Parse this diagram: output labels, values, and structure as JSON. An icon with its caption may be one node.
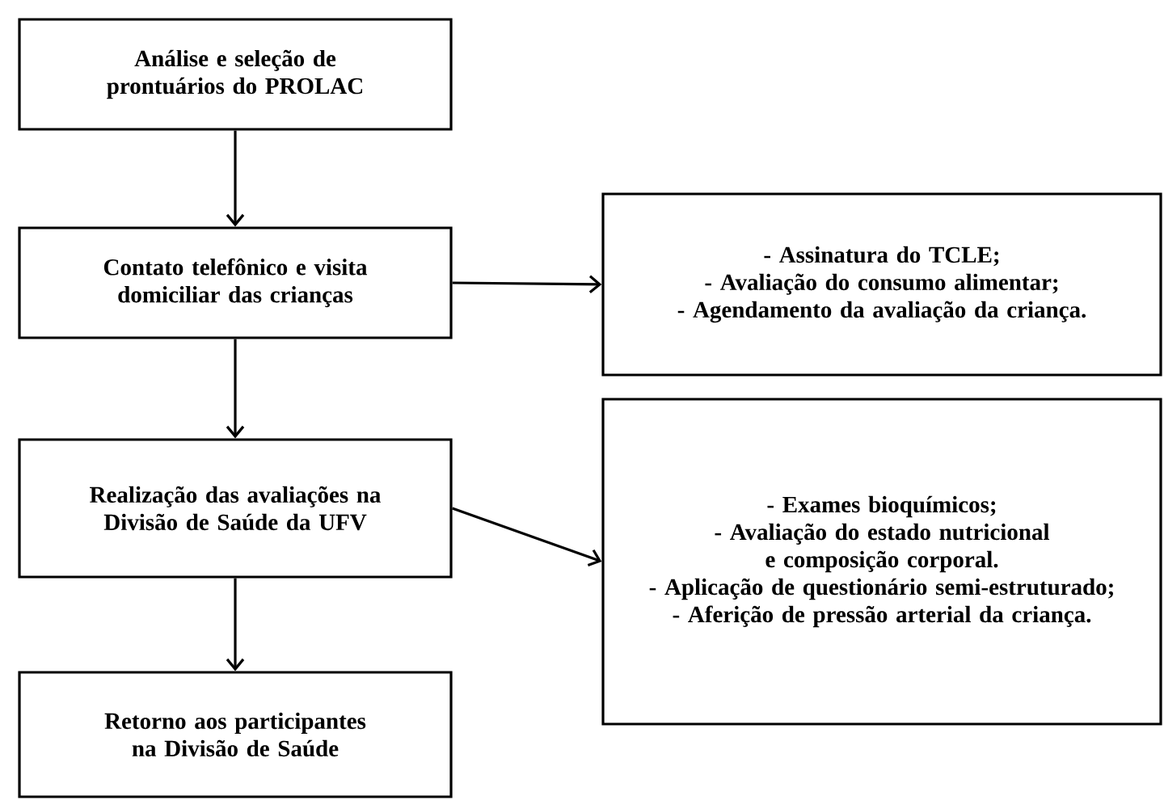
{
  "diagram": {
    "nodes": [
      {
        "text": [
          "Análise e seleção de prontuários do PROLAC"
        ]
      },
      {
        "text": [
          "Contato telefônico e visita domiciliar das crianças"
        ]
      },
      {
        "text": [
          "- Assinatura do TCLE;",
          "- Avaliação do consumo alimentar;",
          "- Agendamento da avaliação da criança."
        ]
      },
      {
        "text": [
          "Realização das avaliações na Divisão de Saúde da UFV"
        ]
      },
      {
        "text": [
          "- Exames bioquímicos;",
          "- Avaliação do estado nutricional e composição corporal.",
          "- Aplicação de questionário semi-estruturado;",
          "- Aferição de pressão arterial da criança."
        ]
      },
      {
        "text": [
          "Retorno aos participantes na Divisão de Saúde"
        ]
      }
    ],
    "edges": [
      {
        "from": 0,
        "to": 1,
        "arrow": "to"
      },
      {
        "from": 1,
        "to": 3,
        "arrow": "to"
      },
      {
        "from": 3,
        "to": 5,
        "arrow": "to"
      },
      {
        "from": 1,
        "to": 2,
        "arrow": "to"
      },
      {
        "from": 3,
        "to": 4,
        "arrow": "to"
      }
    ]
  }
}
